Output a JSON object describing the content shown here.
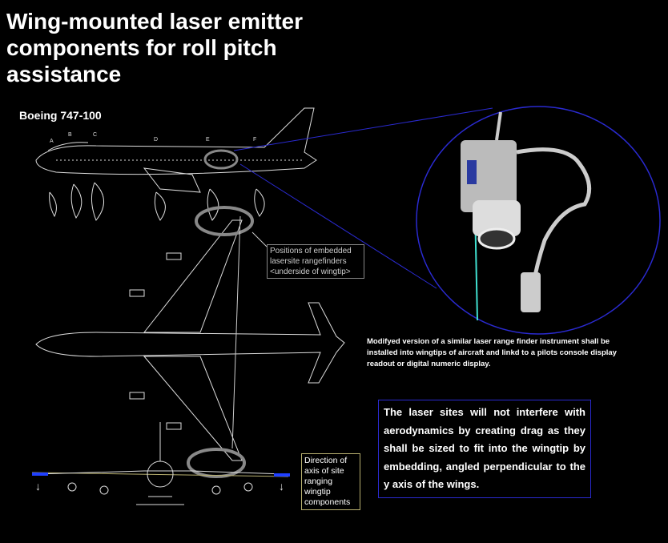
{
  "title": "Wing-mounted laser emitter components for roll pitch assistance",
  "aircraft_model": "Boeing 747-100",
  "section_labels": [
    "A",
    "B",
    "C",
    "D",
    "E",
    "F"
  ],
  "callout_positions": "Positions of embedded lasersite rangefinders <underside of wingtip>",
  "callout_direction": "Direction of axis of site ranging wingtip components",
  "instrument_description": "Modifyed version of a similar laser range finder instrument shall be installed into wingtips of aircraft and linkd to a pilots console display readout or digital numeric display.",
  "aerodynamics_note": "The laser sites will not interfere with aerodynamics by creating drag as they shall be sized to fit into the wingtip by embedding, angled perpendicular to the y axis of the wings.",
  "colors": {
    "background": "#000000",
    "zoom_circle": "#2a2ad0",
    "highlight_ellipse": "#888888",
    "laser_beam": "#40e0d0",
    "wingtip_marker": "#2040ff"
  }
}
